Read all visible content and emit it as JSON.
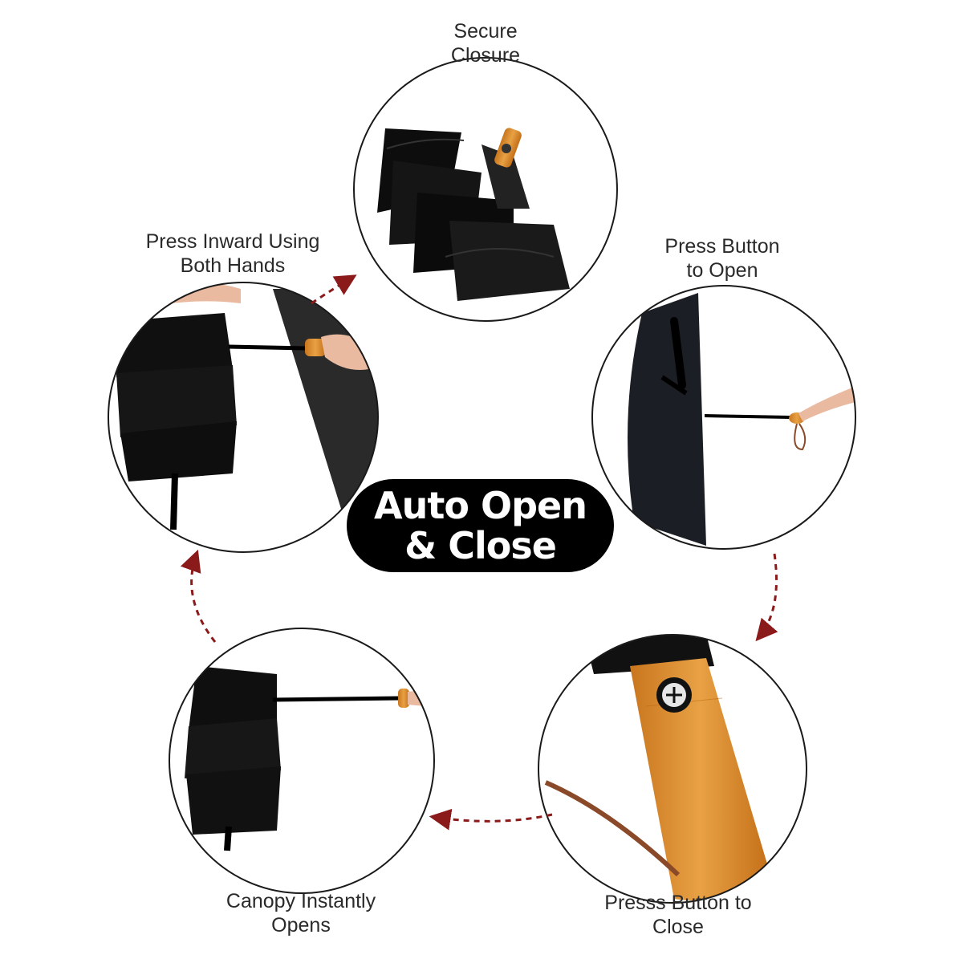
{
  "colors": {
    "background": "#ffffff",
    "circle_stroke": "#1a1a1a",
    "arrow": "#8b1a1a",
    "badge": "#000000",
    "badge_text": "#ffffff",
    "canopy": "#111111",
    "wood": "#d98a2b",
    "strap": "#8a4a2a",
    "skin": "#e9b9a0"
  },
  "badge": {
    "line1": "Auto Open",
    "line2": "& Close"
  },
  "steps": [
    {
      "id": "secure-closure",
      "line1": "Secure",
      "line2": "Closure",
      "icon": "folded-umbrella-icon"
    },
    {
      "id": "press-button-open",
      "line1": "Press Button",
      "line2": "to Open",
      "icon": "open-umbrella-side-icon"
    },
    {
      "id": "press-button-close",
      "line1": "Presss Button to",
      "line2": "Close",
      "icon": "wooden-handle-icon"
    },
    {
      "id": "canopy-opens",
      "line1": "Canopy Instantly",
      "line2": "Opens",
      "icon": "opening-canopy-icon"
    },
    {
      "id": "press-inward",
      "line1": "Press Inward Using",
      "line2": "Both Hands",
      "icon": "hands-pressing-umbrella-icon"
    }
  ]
}
